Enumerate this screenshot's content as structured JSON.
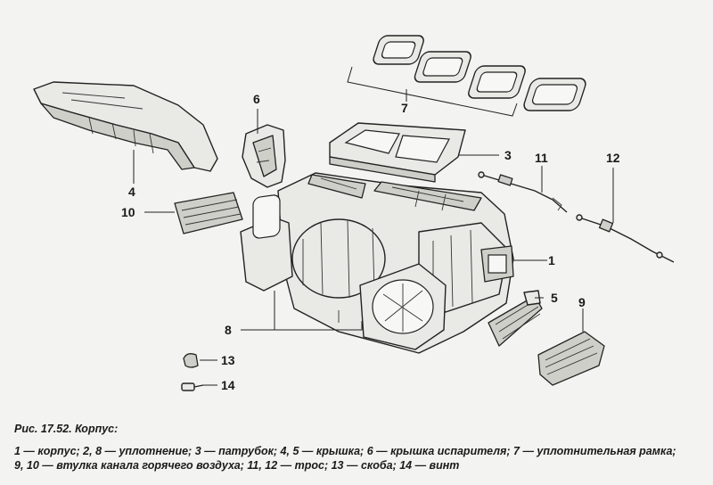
{
  "callouts": {
    "c1": "1",
    "c3": "3",
    "c4": "4",
    "c5": "5",
    "c6": "6",
    "c7": "7",
    "c8": "8",
    "c9": "9",
    "c10": "10",
    "c11": "11",
    "c12": "12",
    "c13": "13",
    "c14": "14"
  },
  "caption": {
    "title": "Рис. 17.52. Корпус:",
    "legend_line1": "1 — корпус; 2, 8 — уплотнение; 3 — патрубок; 4, 5 — крышка; 6 — крышка испарителя; 7 — уплотнительная рамка;",
    "legend_line2": "9, 10 — втулка канала горячего воздуха; 11, 12 — трос; 13 — скоба; 14 — винт"
  }
}
